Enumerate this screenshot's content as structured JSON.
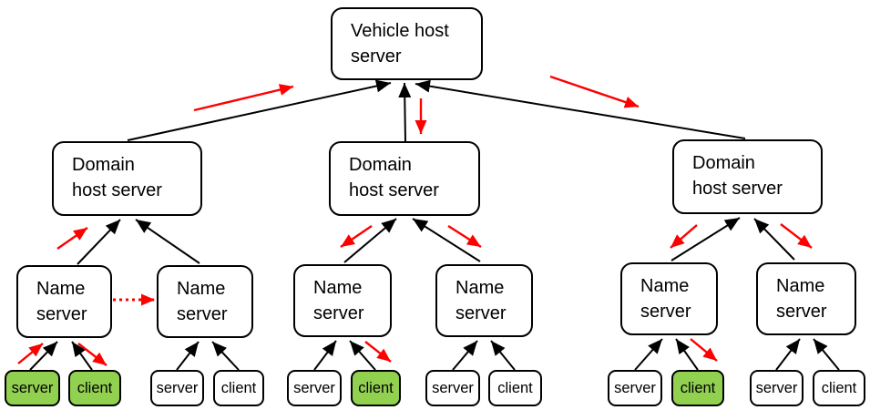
{
  "colors": {
    "flow_red": "#fe0000",
    "highlight_green": "#92d050",
    "edge_black": "#000000",
    "box_fill": "#ffffff"
  },
  "tree": {
    "root": {
      "label": "Vehicle host\nserver"
    },
    "domains": [
      {
        "label": "Domain\nhost server"
      },
      {
        "label": "Domain\nhost server"
      },
      {
        "label": "Domain\nhost server"
      }
    ],
    "name_servers": [
      {
        "label": "Name\nserver"
      },
      {
        "label": "Name\nserver"
      },
      {
        "label": "Name\nserver"
      },
      {
        "label": "Name\nserver"
      },
      {
        "label": "Name\nserver"
      },
      {
        "label": "Name\nserver"
      }
    ],
    "leaves": [
      {
        "label": "server",
        "highlighted": true
      },
      {
        "label": "client",
        "highlighted": true
      },
      {
        "label": "server",
        "highlighted": false
      },
      {
        "label": "client",
        "highlighted": false
      },
      {
        "label": "server",
        "highlighted": false
      },
      {
        "label": "client",
        "highlighted": true
      },
      {
        "label": "server",
        "highlighted": false
      },
      {
        "label": "client",
        "highlighted": false
      },
      {
        "label": "server",
        "highlighted": false
      },
      {
        "label": "client",
        "highlighted": true
      },
      {
        "label": "server",
        "highlighted": false
      },
      {
        "label": "client",
        "highlighted": false
      }
    ]
  },
  "connections": {
    "tree_edges_direction": "child-to-parent",
    "red_flows": [
      "domain-host-1 -> vehicle-host",
      "vehicle-host -> domain-host-2",
      "vehicle-host -> domain-host-3",
      "name-server-1 -> domain-host-1",
      "domain-host-2 -> name-server-3",
      "domain-host-2 -> name-server-4",
      "domain-host-3 -> name-server-5",
      "domain-host-3 -> name-server-6",
      "server-leaf-1 -> name-server-1",
      "name-server-1 -> client-leaf-1",
      "name-server-3 -> client-leaf-3",
      "name-server-5 -> client-leaf-5",
      "name-server-1 -> name-server-2 (dotted)"
    ]
  }
}
